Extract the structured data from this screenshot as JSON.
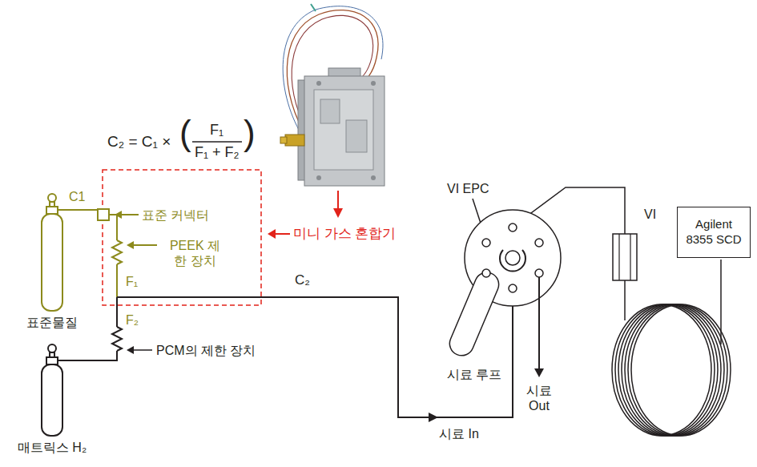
{
  "diagram": {
    "nodes": [
      {
        "text": [
          "표준물질"
        ]
      },
      {
        "text": [
          "매트릭스 H₂"
        ]
      },
      {
        "text": [
          "VI"
        ]
      },
      {
        "text": [
          "Agilent 8355 SCD"
        ]
      }
    ],
    "labels": [
      "C₂ = C₁ ×",
      "(",
      "F₁",
      "F₁ + F₂",
      ")",
      "C1",
      "표준 커넥터",
      "PEEK 제한 장치",
      "미니 가스 혼합기",
      "F₁",
      "C₂",
      "F₂",
      "PCM의 제한 장치",
      "VI EPC",
      "시료 루프",
      "시료 Out",
      "시료 In"
    ]
  }
}
